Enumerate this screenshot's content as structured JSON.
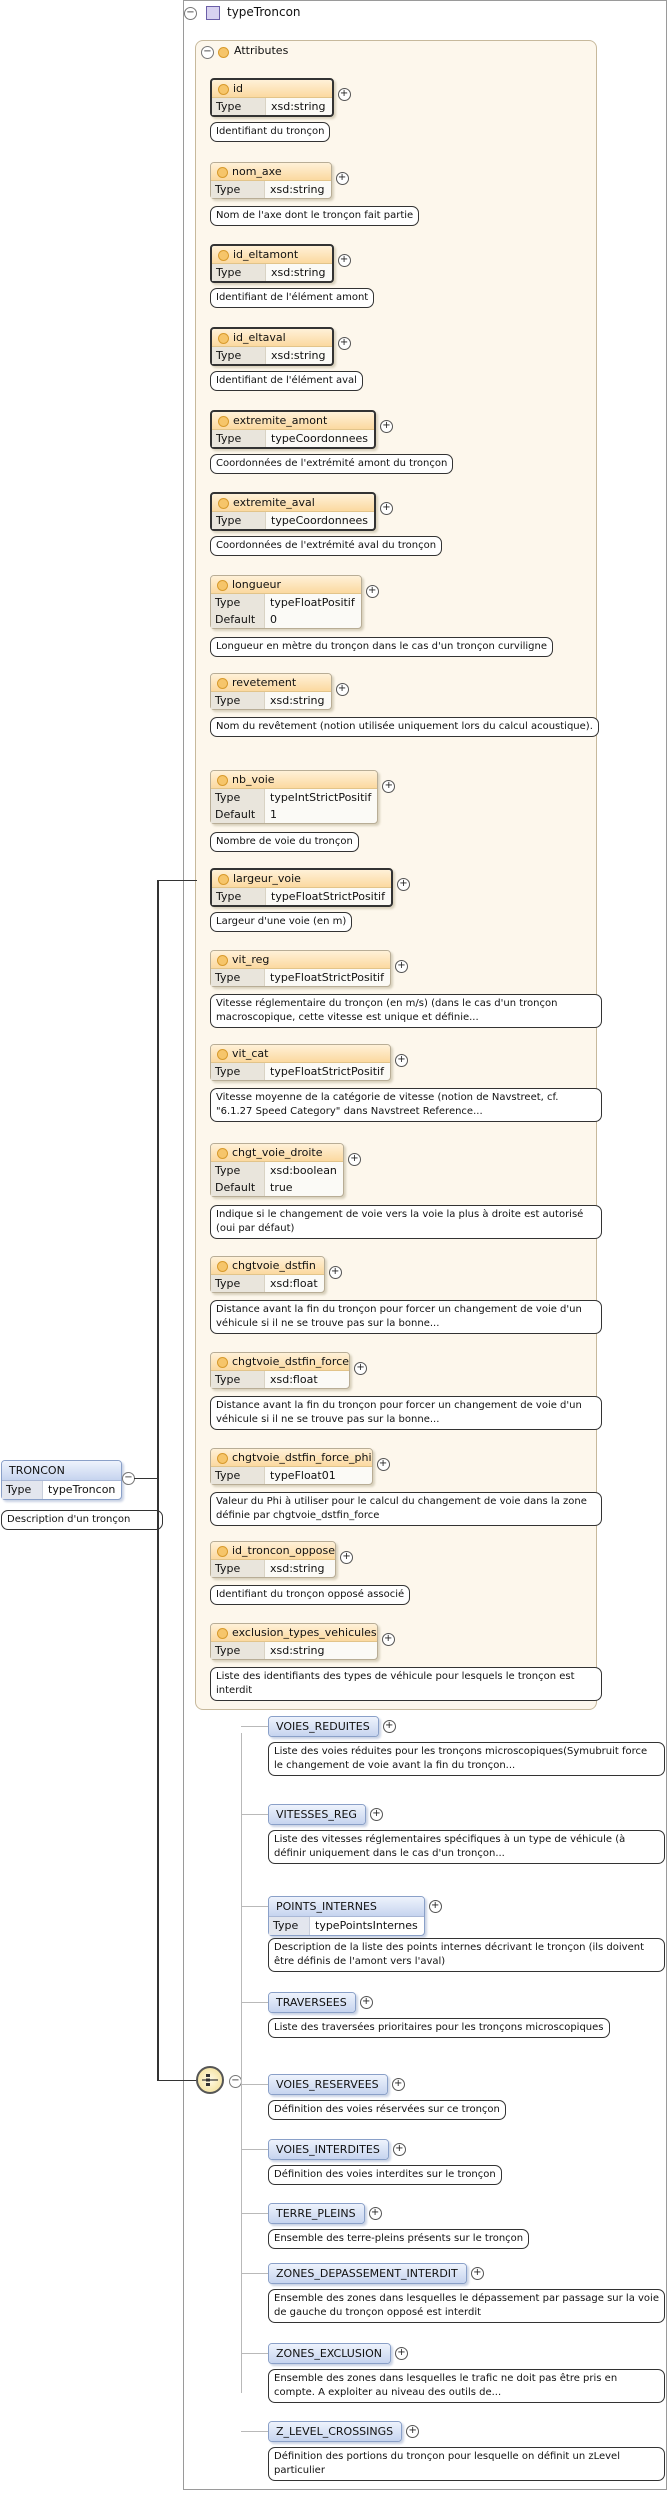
{
  "outer": {
    "name": "typeTroncon"
  },
  "attributes_group": {
    "label": "Attributes"
  },
  "attributes": [
    {
      "name": "id",
      "rows": [
        [
          "Type",
          "xsd:string"
        ]
      ],
      "desc": "Identifiant du tronçon",
      "req": true
    },
    {
      "name": "nom_axe",
      "rows": [
        [
          "Type",
          "xsd:string"
        ]
      ],
      "desc": "Nom de l'axe dont le tronçon fait partie",
      "req": false
    },
    {
      "name": "id_eltamont",
      "rows": [
        [
          "Type",
          "xsd:string"
        ]
      ],
      "desc": "Identifiant de l'élément amont",
      "req": true
    },
    {
      "name": "id_eltaval",
      "rows": [
        [
          "Type",
          "xsd:string"
        ]
      ],
      "desc": "Identifiant de l'élément aval",
      "req": true
    },
    {
      "name": "extremite_amont",
      "rows": [
        [
          "Type",
          "typeCoordonnees"
        ]
      ],
      "desc": "Coordonnées de l'extrémité amont du tronçon",
      "req": true
    },
    {
      "name": "extremite_aval",
      "rows": [
        [
          "Type",
          "typeCoordonnees"
        ]
      ],
      "desc": "Coordonnées de l'extrémité aval du tronçon",
      "req": true
    },
    {
      "name": "longueur",
      "rows": [
        [
          "Type",
          "typeFloatPositif"
        ],
        [
          "Default",
          "0"
        ]
      ],
      "desc": "Longueur en mètre du tronçon dans le cas d'un tronçon curviligne",
      "req": false
    },
    {
      "name": "revetement",
      "rows": [
        [
          "Type",
          "xsd:string"
        ]
      ],
      "desc": "Nom du revêtement (notion utilisée uniquement lors du calcul acoustique).",
      "req": false
    },
    {
      "name": "nb_voie",
      "rows": [
        [
          "Type",
          "typeIntStrictPositif"
        ],
        [
          "Default",
          "1"
        ]
      ],
      "desc": "Nombre de voie du tronçon",
      "req": false
    },
    {
      "name": "largeur_voie",
      "rows": [
        [
          "Type",
          "typeFloatStrictPositif"
        ]
      ],
      "desc": "Largeur d'une voie (en m)",
      "req": true
    },
    {
      "name": "vit_reg",
      "rows": [
        [
          "Type",
          "typeFloatStrictPositif"
        ]
      ],
      "desc": "Vitesse réglementaire du tronçon (en m/s) (dans le cas d'un tronçon macroscopique, cette vitesse est unique et définie...",
      "req": false
    },
    {
      "name": "vit_cat",
      "rows": [
        [
          "Type",
          "typeFloatStrictPositif"
        ]
      ],
      "desc": "Vitesse moyenne de la catégorie de vitesse (notion de Navstreet, cf. \"6.1.27 Speed Category\" dans Navstreet Reference...",
      "req": false
    },
    {
      "name": "chgt_voie_droite",
      "rows": [
        [
          "Type",
          "xsd:boolean"
        ],
        [
          "Default",
          "true"
        ]
      ],
      "desc": "Indique si le changement de voie vers la voie la plus à droite est autorisé (oui par défaut)",
      "req": false
    },
    {
      "name": "chgtvoie_dstfin",
      "rows": [
        [
          "Type",
          "xsd:float"
        ]
      ],
      "desc": "Distance avant la fin du tronçon pour forcer un changement de voie d'un véhicule si il ne se trouve pas sur la bonne...",
      "req": false
    },
    {
      "name": "chgtvoie_dstfin_force",
      "rows": [
        [
          "Type",
          "xsd:float"
        ]
      ],
      "desc": "Distance avant la fin du tronçon pour forcer un changement de voie d'un véhicule si il ne se trouve pas sur la bonne...",
      "req": false
    },
    {
      "name": "chgtvoie_dstfin_force_phi",
      "rows": [
        [
          "Type",
          "typeFloat01"
        ]
      ],
      "desc": "Valeur du Phi à utiliser pour le calcul du changement de voie dans la zone définie par chgtvoie_dstfin_force",
      "req": false
    },
    {
      "name": "id_troncon_oppose",
      "rows": [
        [
          "Type",
          "xsd:string"
        ]
      ],
      "desc": "Identifiant du tronçon opposé associé",
      "req": false
    },
    {
      "name": "exclusion_types_vehicules",
      "rows": [
        [
          "Type",
          "xsd:string"
        ]
      ],
      "desc": "Liste des identifiants des types de véhicule pour lesquels le tronçon est interdit",
      "req": false
    }
  ],
  "root": {
    "name": "TRONCON",
    "type_label": "Type",
    "type_value": "typeTroncon",
    "desc": "Description d'un tronçon"
  },
  "elements": [
    {
      "name": "VOIES_REDUITES",
      "desc": "Liste des voies réduites pour les tronçons microscopiques(Symubruit force le changement de voie avant la fin du tronçon..."
    },
    {
      "name": "VITESSES_REG",
      "desc": "Liste des vitesses réglementaires spécifiques à un type de véhicule (à définir uniquement dans le cas d'un tronçon..."
    },
    {
      "name": "POINTS_INTERNES",
      "type_label": "Type",
      "type_value": "typePointsInternes",
      "desc": "Description de la liste des points internes décrivant le tronçon (ils doivent être définis de l'amont vers l'aval)"
    },
    {
      "name": "TRAVERSEES",
      "desc": "Liste des traversées prioritaires pour les tronçons microscopiques"
    },
    {
      "name": "VOIES_RESERVEES",
      "desc": "Définition des voies réservées sur ce tronçon"
    },
    {
      "name": "VOIES_INTERDITES",
      "desc": "Définition des voies interdites sur le tronçon"
    },
    {
      "name": "TERRE_PLEINS",
      "desc": "Ensemble des terre-pleins présents sur le tronçon"
    },
    {
      "name": "ZONES_DEPASSEMENT_INTERDIT",
      "desc": "Ensemble des zones dans lesquelles le dépassement par passage sur la voie de gauche du tronçon opposé est interdit"
    },
    {
      "name": "ZONES_EXCLUSION",
      "desc": "Ensemble des zones dans lesquelles le trafic ne doit pas être pris en compte. A exploiter au niveau des outils de..."
    },
    {
      "name": "Z_LEVEL_CROSSINGS",
      "desc": "Définition des portions du tronçon pour lesquelle on définit un zLevel particulier"
    }
  ],
  "symbols": {
    "expand": "+",
    "collapse": "−"
  }
}
